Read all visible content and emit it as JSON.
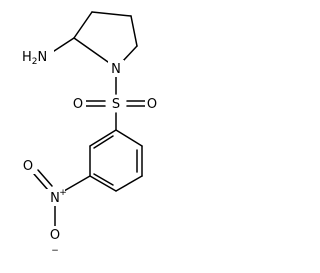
{
  "molecule": {
    "atoms": {
      "amine": {
        "label": "H",
        "subscript": "2",
        "suffix": "N"
      },
      "ring_nitrogen": {
        "label": "N"
      },
      "sulfur": {
        "label": "S"
      },
      "sulfonyl_oxygen_left": {
        "label": "O"
      },
      "sulfonyl_oxygen_right": {
        "label": "O"
      },
      "nitro_nitrogen": {
        "label": "N",
        "charge": "+"
      },
      "nitro_oxygen_top": {
        "label": "O"
      },
      "nitro_oxygen_bottom": {
        "label": "O",
        "charge": "−"
      }
    }
  },
  "colors": {
    "bond": "#000000",
    "text": "#000000",
    "background": "#ffffff"
  }
}
